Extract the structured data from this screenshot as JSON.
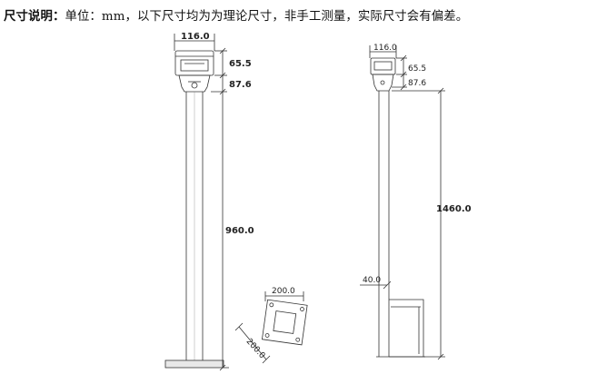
{
  "note": {
    "label": "尺寸说明：",
    "text": "单位：mm，以下尺寸均为为理论尺寸，非手工测量，实际尺寸会有偏差。"
  },
  "left_view": {
    "width_top": "116.0",
    "dim_a": "65.5",
    "dim_b": "87.6",
    "pole_height": "960.0",
    "base_w": "200.0",
    "base_d": "200.0"
  },
  "right_view": {
    "width_top": "116.0",
    "dim_a": "65.5",
    "dim_b": "87.6",
    "total_height": "1460.0",
    "offset": "40.0"
  }
}
